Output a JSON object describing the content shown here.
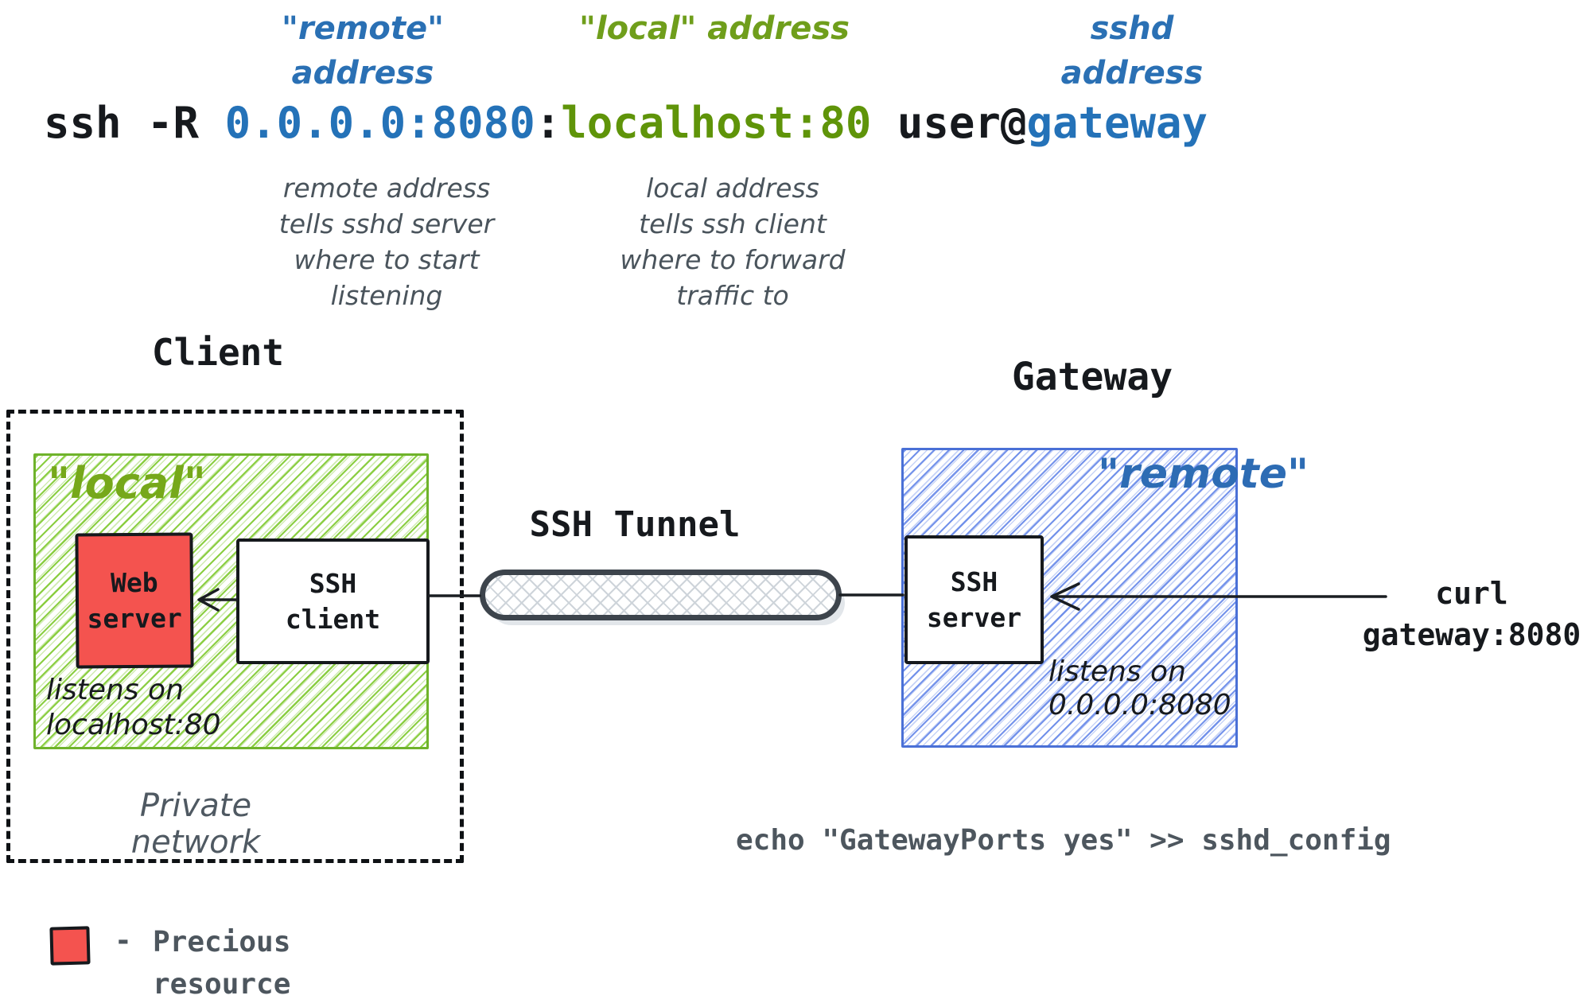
{
  "colors": {
    "command_blue": "#2472b8",
    "command_green": "#5f9409",
    "annotation_blue": "#2a70b4",
    "annotation_green": "#6f9e1b",
    "zone_green_hatch": "#86cc3a",
    "zone_green_border": "#6fb32b",
    "zone_blue_hatch": "#6a8be9",
    "zone_blue_border": "#4a70d6",
    "precious_red": "#f4534f",
    "tunnel_border": "#3d444c",
    "tunnel_hatch": "#ced4da",
    "note_gray": "#4a545c",
    "config_gray": "#4d565e",
    "ink_black": "#16191d"
  },
  "top_labels": {
    "remote": "\"remote\" address",
    "local": "\"local\" address",
    "sshd": "sshd address"
  },
  "command": {
    "prefix": "ssh -R ",
    "remote_address": "0.0.0.0:8080",
    "colon": ":",
    "local_address": "localhost:80",
    "user": " user@",
    "host": "gateway"
  },
  "notes": {
    "remote": [
      "remote address",
      "tells sshd server",
      "where to start",
      "listening"
    ],
    "local": [
      "local address",
      "tells ssh client",
      "where to forward",
      "traffic to"
    ]
  },
  "client": {
    "title": "Client",
    "zone_label": "\"local\"",
    "web_server": [
      "Web",
      "server"
    ],
    "ssh_client": [
      "SSH",
      "client"
    ],
    "listens": [
      "listens on",
      "localhost:80"
    ],
    "network": "Private network"
  },
  "tunnel": {
    "title": "SSH Tunnel"
  },
  "gateway": {
    "title": "Gateway",
    "zone_label": "\"remote\"",
    "ssh_server": [
      "SSH",
      "server"
    ],
    "listens": [
      "listens on",
      "0.0.0.0:8080"
    ],
    "config": "echo \"GatewayPorts yes\" >> sshd_config"
  },
  "external": {
    "curl": [
      "curl",
      "gateway:8080"
    ]
  },
  "legend": {
    "dash": "-",
    "label": [
      "Precious",
      "resource"
    ]
  }
}
